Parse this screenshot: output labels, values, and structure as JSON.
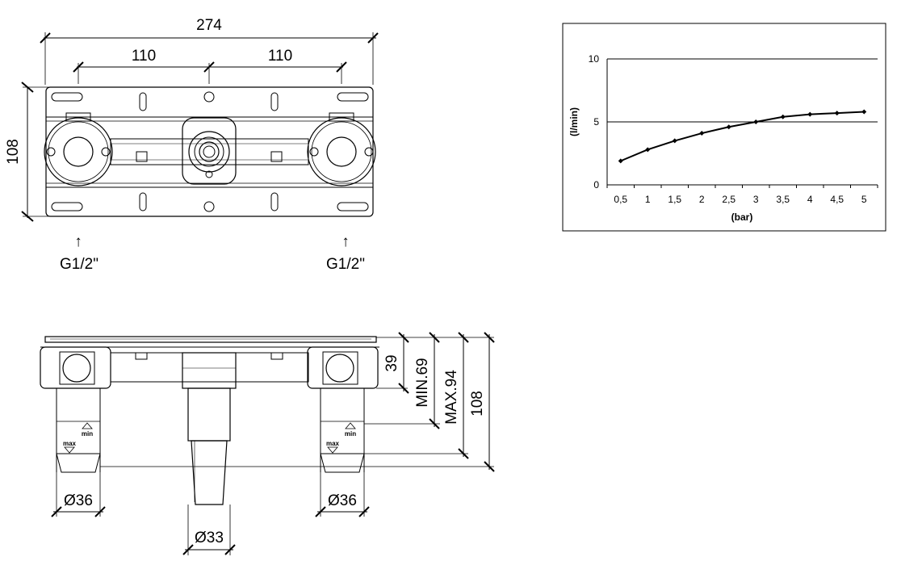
{
  "front_view": {
    "width_total": "274",
    "spacing_left": "110",
    "spacing_right": "110",
    "height": "108",
    "inlet_left": "G1/2\"",
    "inlet_right": "G1/2\"",
    "arrow_glyph": "↑"
  },
  "side_view": {
    "dim_39": "39",
    "dim_min": "MIN.69",
    "dim_max": "MAX.94",
    "dim_108": "108",
    "diam_left": "Ø36",
    "diam_right": "Ø36",
    "diam_center": "Ø33",
    "label_min": "min",
    "label_max": "max"
  },
  "chart_data": {
    "type": "line",
    "xlabel": "(bar)",
    "ylabel": "(l/min)",
    "categories": [
      "0,5",
      "1",
      "1,5",
      "2",
      "2,5",
      "3",
      "3,5",
      "4",
      "4,5",
      "5"
    ],
    "y_ticks": [
      "0",
      "5",
      "10"
    ],
    "ylim": [
      0,
      10
    ],
    "grid": "horizontal",
    "series": [
      {
        "values": [
          1.9,
          2.8,
          3.5,
          4.1,
          4.6,
          5.0,
          5.4,
          5.6,
          5.7,
          5.8
        ]
      }
    ]
  }
}
